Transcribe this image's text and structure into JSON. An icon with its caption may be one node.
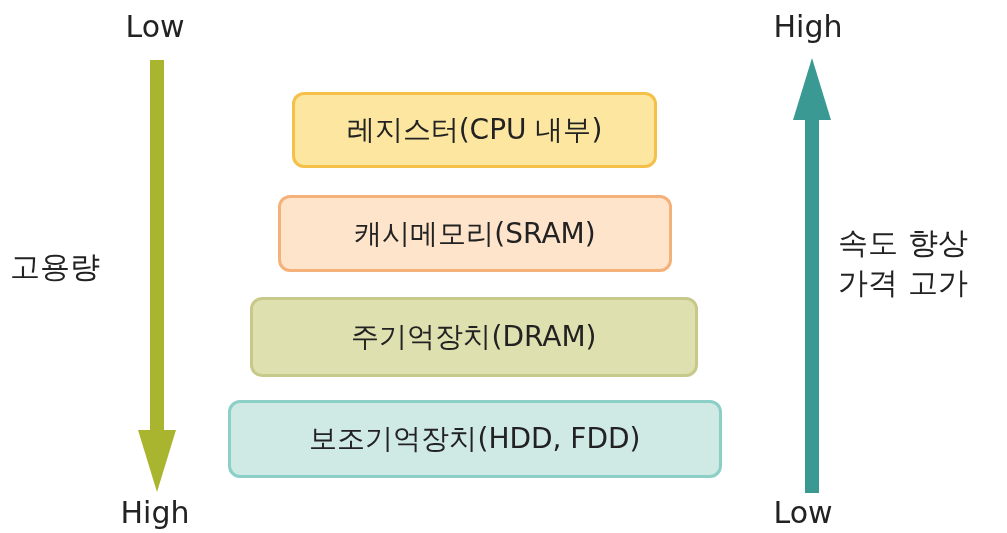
{
  "diagram": {
    "nodes": [
      {
        "text": [
          "레지스터(CPU 내부)"
        ]
      },
      {
        "text": [
          "캐시메모리(SRAM)"
        ]
      },
      {
        "text": [
          "주기억장치(DRAM)"
        ]
      },
      {
        "text": [
          "보조기억장치(HDD, FDD)"
        ]
      }
    ],
    "labels": [
      "Low",
      "High",
      "고용량",
      "속도 향상",
      "가격 고가",
      "High",
      "Low"
    ]
  }
}
